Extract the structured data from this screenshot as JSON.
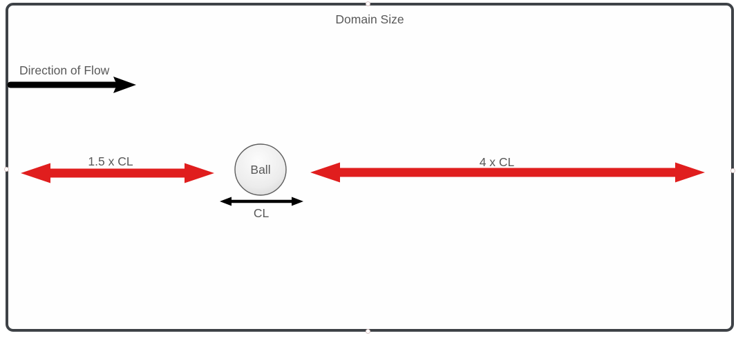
{
  "diagram": {
    "title": "Domain Size",
    "flow_label": "Direction of Flow",
    "left_span_label": "1.5 x CL",
    "right_span_label": "4 x CL",
    "ball_label": "Ball",
    "ball_diameter_label": "CL"
  },
  "colors": {
    "domain_border": "#3e4247",
    "label_text": "#595959",
    "span_arrow_red": "#e01e1e",
    "flow_arrow_black": "#000000",
    "ball_fill_light": "#fcfcfc",
    "ball_fill_dark": "#d9d9d9",
    "ball_border": "#5c5c5c"
  }
}
